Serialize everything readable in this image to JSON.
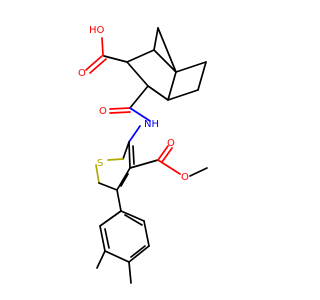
{
  "molecule": {
    "atom_labels": {
      "carboxylic_acid_oh": "HO",
      "carboxylic_acid_carbonyl_o": "O",
      "amide_carbonyl_o": "O",
      "amide_nh": "NH",
      "thiophene_s": "S",
      "ester_carbonyl_o": "O",
      "ester_ether_o": "O"
    },
    "colors": {
      "oxygen": "#ff0000",
      "nitrogen": "#0000ff",
      "sulfur": "#b3a800",
      "carbon_bond": "#000000",
      "background": "#ffffff"
    }
  }
}
